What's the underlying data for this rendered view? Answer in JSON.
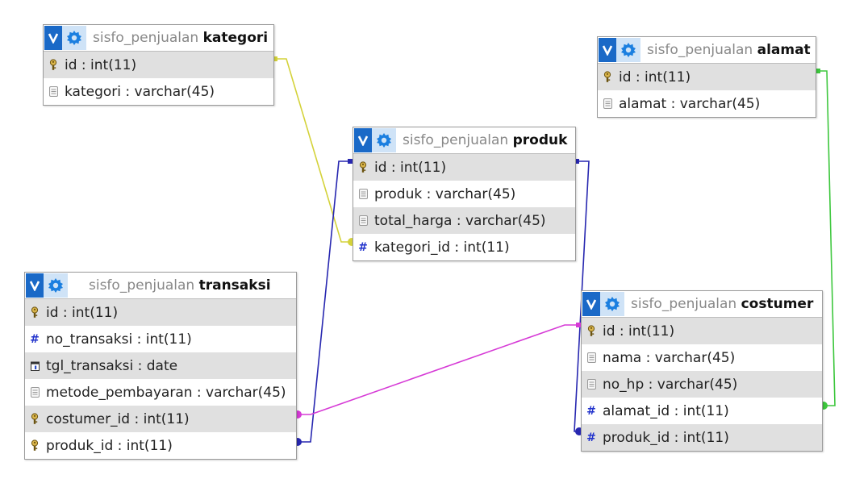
{
  "colors": {
    "relation_kategori": "#d4d23a",
    "relation_produk": "#2727b0",
    "relation_costumer": "#d63ad6",
    "relation_alamat": "#3dc73d"
  },
  "tables": {
    "kategori": {
      "db": "sisfo_penjualan",
      "name": "kategori",
      "columns": [
        {
          "text": "id : int(11)",
          "icon": "key-icon"
        },
        {
          "text": "kategori : varchar(45)",
          "icon": "text-field-icon"
        }
      ]
    },
    "alamat": {
      "db": "sisfo_penjualan",
      "name": "alamat",
      "columns": [
        {
          "text": "id : int(11)",
          "icon": "key-icon"
        },
        {
          "text": "alamat : varchar(45)",
          "icon": "text-field-icon"
        }
      ]
    },
    "produk": {
      "db": "sisfo_penjualan",
      "name": "produk",
      "columns": [
        {
          "text": "id : int(11)",
          "icon": "key-icon"
        },
        {
          "text": "produk : varchar(45)",
          "icon": "text-field-icon"
        },
        {
          "text": "total_harga : varchar(45)",
          "icon": "text-field-icon"
        },
        {
          "text": "kategori_id : int(11)",
          "icon": "hash-icon"
        }
      ]
    },
    "transaksi": {
      "db": "sisfo_penjualan",
      "name": "transaksi",
      "columns": [
        {
          "text": "id : int(11)",
          "icon": "key-icon"
        },
        {
          "text": "no_transaksi : int(11)",
          "icon": "hash-icon"
        },
        {
          "text": "tgl_transaksi : date",
          "icon": "calendar-icon"
        },
        {
          "text": "metode_pembayaran : varchar(45)",
          "icon": "text-field-icon"
        },
        {
          "text": "costumer_id : int(11)",
          "icon": "key-icon"
        },
        {
          "text": "produk_id : int(11)",
          "icon": "key-icon"
        }
      ]
    },
    "costumer": {
      "db": "sisfo_penjualan",
      "name": "costumer",
      "columns": [
        {
          "text": "id : int(11)",
          "icon": "key-icon"
        },
        {
          "text": "nama : varchar(45)",
          "icon": "text-field-icon"
        },
        {
          "text": "no_hp : varchar(45)",
          "icon": "text-field-icon"
        },
        {
          "text": "alamat_id : int(11)",
          "icon": "hash-icon"
        },
        {
          "text": "produk_id : int(11)",
          "icon": "hash-icon"
        }
      ]
    }
  }
}
